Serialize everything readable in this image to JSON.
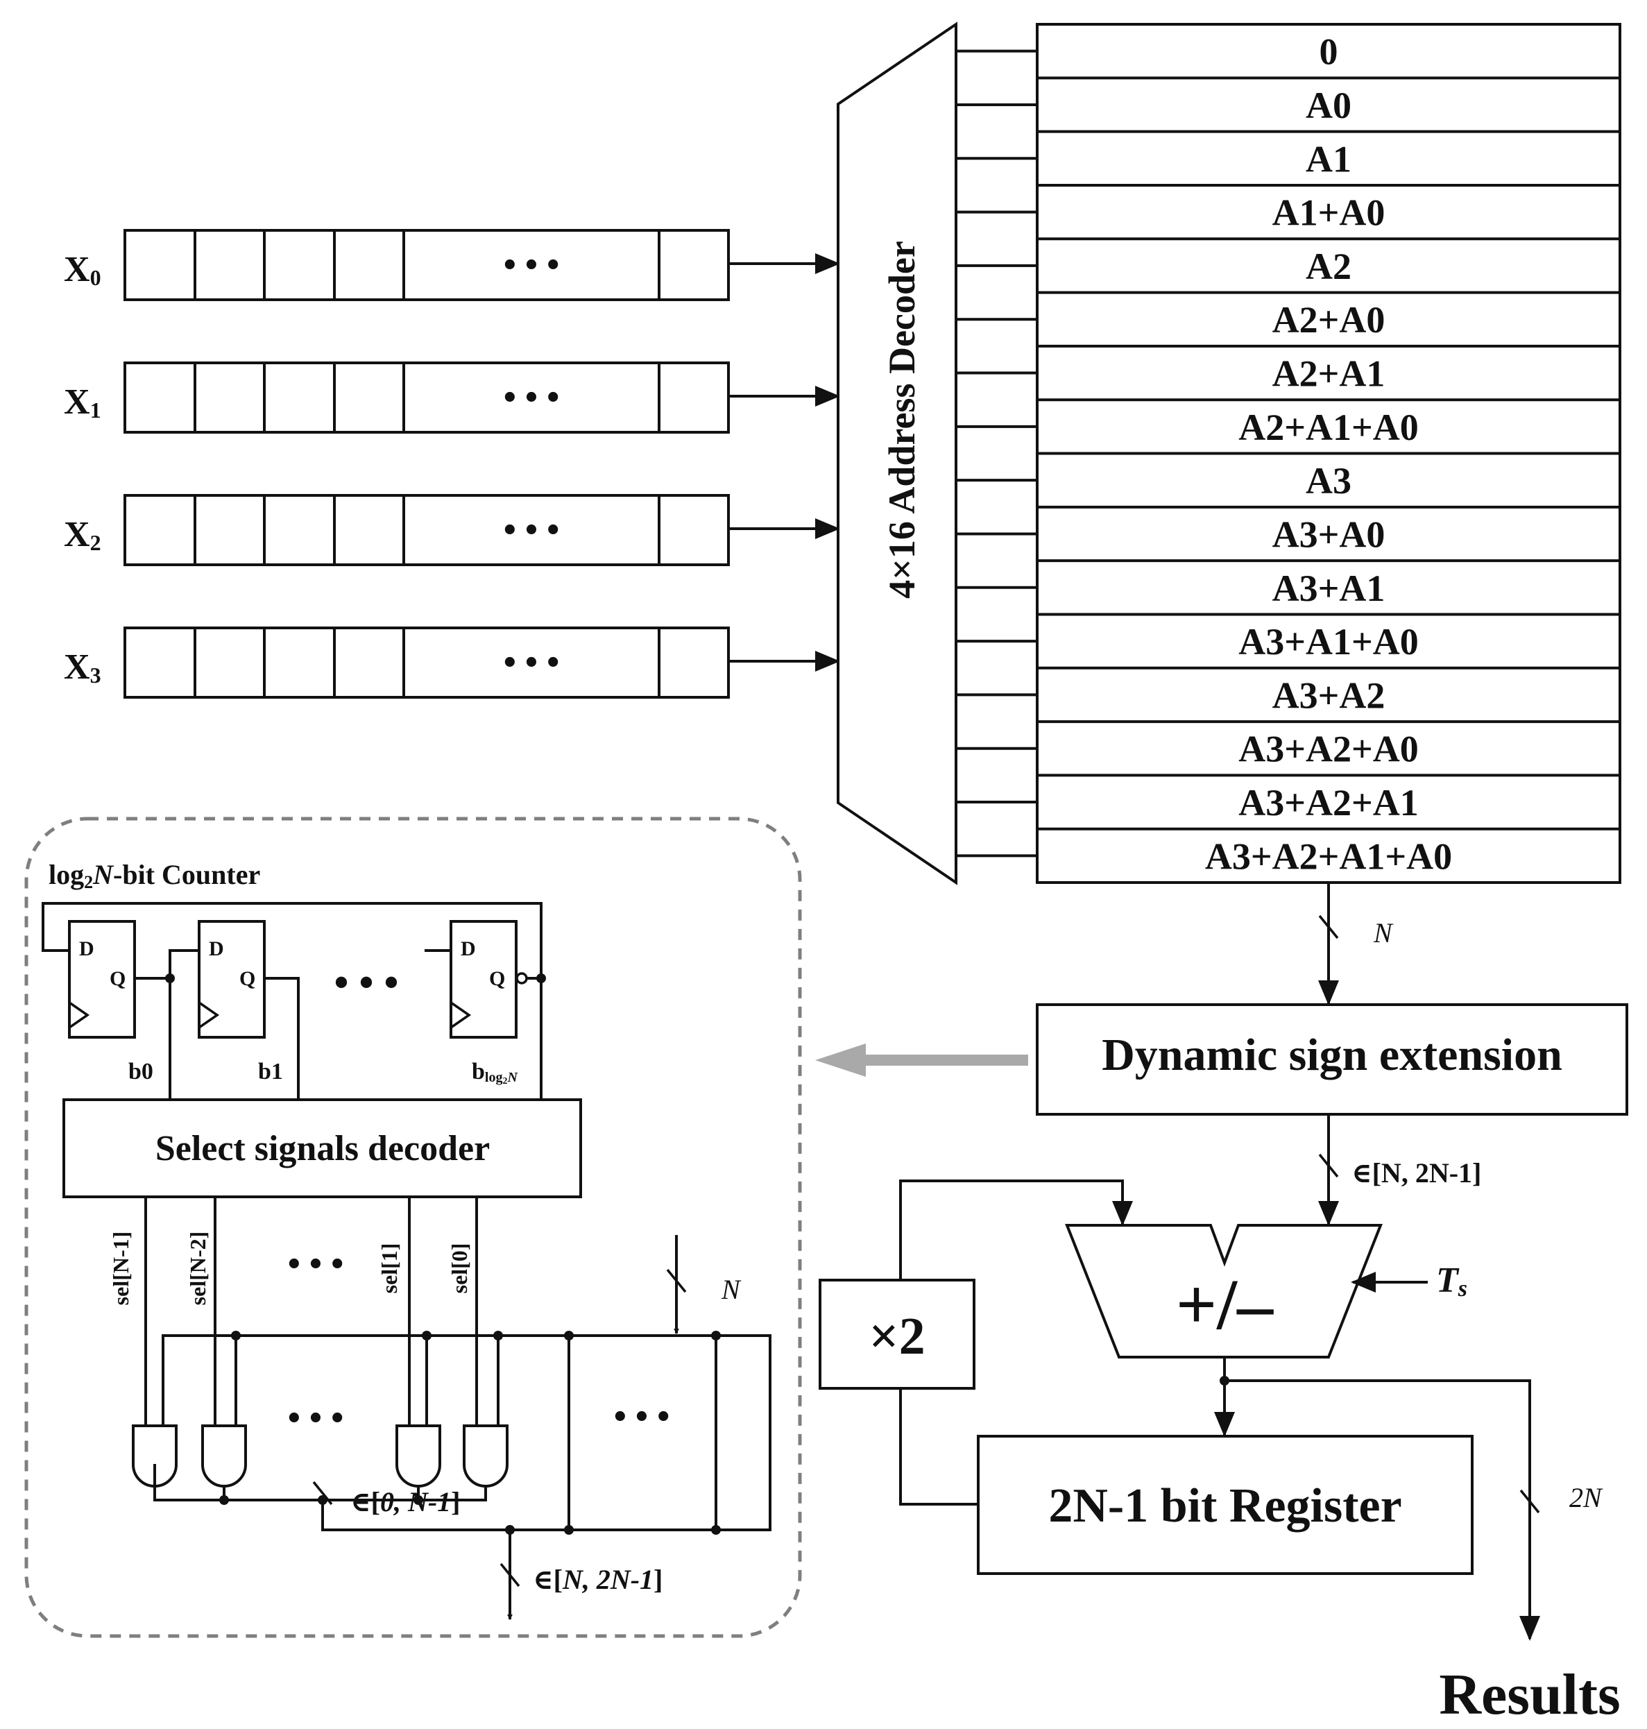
{
  "inputs": [
    {
      "base": "X",
      "sub": "0"
    },
    {
      "base": "X",
      "sub": "1"
    },
    {
      "base": "X",
      "sub": "2"
    },
    {
      "base": "X",
      "sub": "3"
    }
  ],
  "register_ellipsis": "• • •",
  "decoder_label": "4×16 Address Decoder",
  "lut_rows": [
    "0",
    "A0",
    "A1",
    "A1+A0",
    "A2",
    "A2+A0",
    "A2+A1",
    "A2+A1+A0",
    "A3",
    "A3+A0",
    "A3+A1",
    "A3+A1+A0",
    "A3+A2",
    "A3+A2+A0",
    "A3+A2+A1",
    "A3+A2+A1+A0"
  ],
  "lut_bus_label": "N",
  "sign_extension_label": "Dynamic sign extension",
  "sign_ext_bus_label": "∈[N, 2N-1]",
  "adder_label": "+/–",
  "adder_control_label": "T",
  "adder_control_sub": "s",
  "times_two_label": "×2",
  "register_label": "2N-1 bit Register",
  "output_bus_label": "2N",
  "results_label": "Results",
  "inset": {
    "counter_title_pre": "log",
    "counter_title_sub": "2",
    "counter_title_var": "N",
    "counter_title_post": "-bit Counter",
    "ff_d": "D",
    "ff_q": "Q",
    "ff_ellipsis": "• • •",
    "b0": "b0",
    "b1": "b1",
    "blog_b": "b",
    "blog_sub": "log",
    "blog_sub2": "2",
    "blog_n": "N",
    "select_decoder_label": "Select signals decoder",
    "sel_labels": [
      "sel[N-1]",
      "sel[N-2]",
      "sel[1]",
      "sel[0]"
    ],
    "sel_ellipsis": "• • •",
    "gate_ellipsis": "• • •",
    "right_ellipsis": "• • •",
    "input_bus_label": "N",
    "out_low_pre": "∈[",
    "out_low_var": "0, N-1",
    "out_low_post": "]",
    "out_high_pre": "∈[",
    "out_high_var": "N, 2N-1",
    "out_high_post": "]"
  }
}
